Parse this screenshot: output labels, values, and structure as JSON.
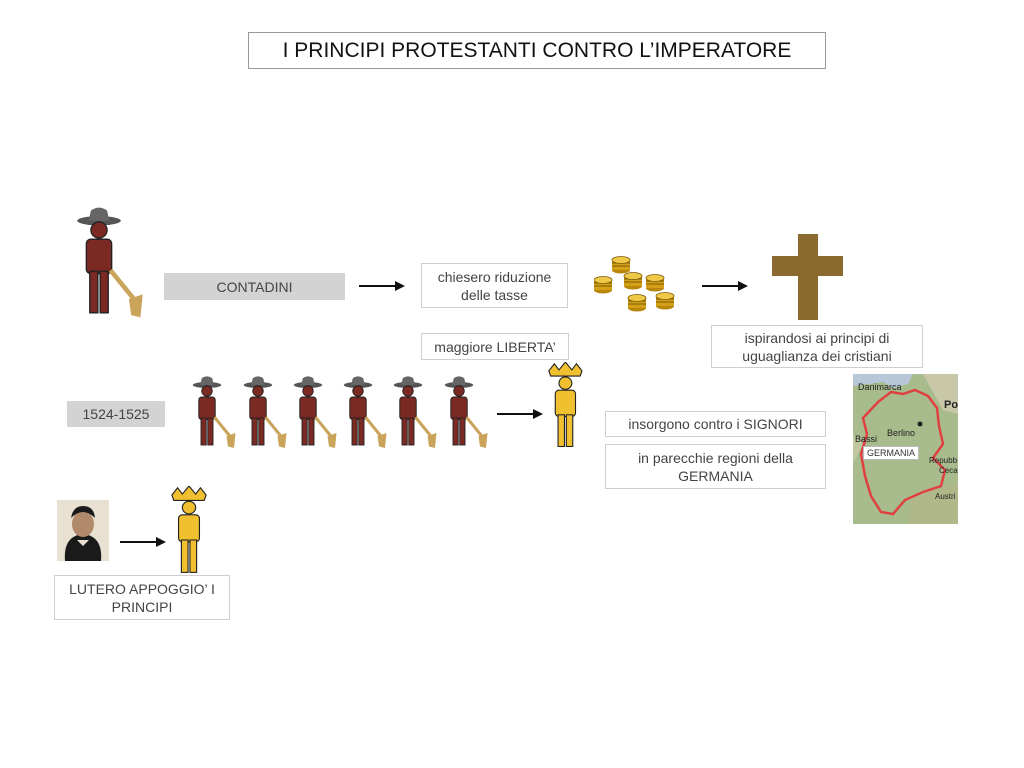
{
  "title": "I PRINCIPI PROTESTANTI CONTRO L’IMPERATORE",
  "labels": {
    "contadini": "CONTADINI",
    "chiesero": "chiesero riduzione delle tasse",
    "liberta": "maggiore LIBERTA’",
    "ispirandosi": "ispirandosi ai principi di uguaglianza dei cristiani",
    "anni": "1524-1525",
    "insorgono": "insorgono contro i SIGNORI",
    "regioni": "in parecchie regioni della GERMANIA",
    "lutero": "LUTERO APPOGGIO’ I PRINCIPI"
  },
  "map": {
    "labels": {
      "danimarca": "Danimarca",
      "po": "Po",
      "bassi": "Bassi",
      "berlino": "Berlino",
      "germania": "GERMANIA",
      "repubb": "Repubb",
      "ceca": "Ceca",
      "austria": "Austri"
    }
  },
  "colors": {
    "peasant": "#7a2a22",
    "prince": "#f0c030",
    "cross": "#8b6a30",
    "coin": "#d4a017",
    "map_border": "#e04040",
    "gray_box": "#d3d3d3"
  },
  "icons": [
    "peasant-icon",
    "prince-icon",
    "coins-icon",
    "cross-icon",
    "luther-portrait-icon",
    "germany-map-icon",
    "arrow-icon"
  ]
}
